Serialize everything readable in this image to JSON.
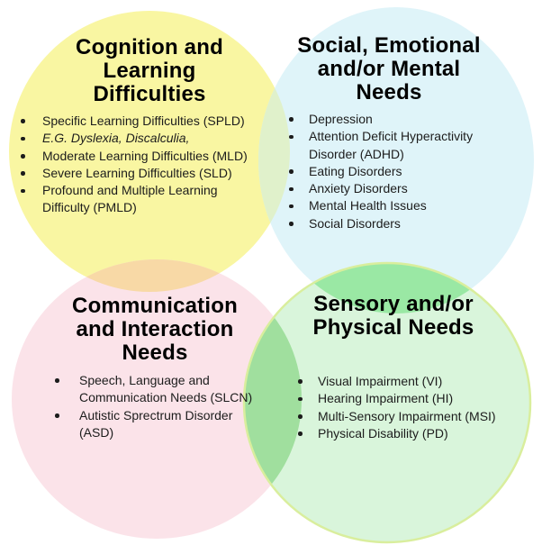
{
  "diagram": {
    "background": "#FFFFFF",
    "text_color": "#1C1C1C",
    "heading_color": "#000000",
    "circles": [
      {
        "id": "cognition-learning",
        "fill": "#F9F6A2",
        "title_lines": [
          "Cognition and",
          "Learning",
          "Difficulties"
        ],
        "items": [
          {
            "text": "Specific Learning Difficulties (SPLD)"
          },
          {
            "text": "E.G. Dyslexia, Discalculia,",
            "italic": true
          },
          {
            "text": "Moderate Learning Difficulties (MLD)"
          },
          {
            "text": "Severe Learning Difficulties (SLD)"
          },
          {
            "text": "Profound and Multiple Learning Difficulty (PMLD)"
          }
        ]
      },
      {
        "id": "social-emotional-mental",
        "fill": "#DFF4F9",
        "title_lines": [
          "Social, Emotional",
          "and/or Mental",
          "Needs"
        ],
        "items": [
          {
            "text": "Depression"
          },
          {
            "text": "Attention Deficit Hyperactivity Disorder (ADHD)"
          },
          {
            "text": "Eating Disorders"
          },
          {
            "text": "Anxiety Disorders"
          },
          {
            "text": "Mental Health Issues"
          },
          {
            "text": "Social Disorders"
          }
        ]
      },
      {
        "id": "communication-interaction",
        "fill": "#FBE3E9",
        "title_lines": [
          "Communication",
          "and Interaction",
          "Needs"
        ],
        "items": [
          {
            "text": "Speech, Language and Communication Needs (SLCN)"
          },
          {
            "text": "Autistic Sprectrum Disorder (ASD)"
          }
        ]
      },
      {
        "id": "sensory-physical",
        "fill": "#D9F5DB",
        "stroke": "#D9EE9D",
        "title_lines": [
          "Sensory and/or",
          "Physical Needs"
        ],
        "items": [
          {
            "text": "Visual Impairment (VI)"
          },
          {
            "text": "Hearing Impairment (HI)"
          },
          {
            "text": "Multi-Sensory Impairment (MSI)"
          },
          {
            "text": "Physical Disability (PD)"
          }
        ]
      }
    ],
    "overlaps": {
      "cognition_social": "#E0F1CB",
      "cognition_communication": "#F8D9A6",
      "social_sensory": "#9AE8A4",
      "communication_sensory": "#A0DF9E"
    }
  }
}
